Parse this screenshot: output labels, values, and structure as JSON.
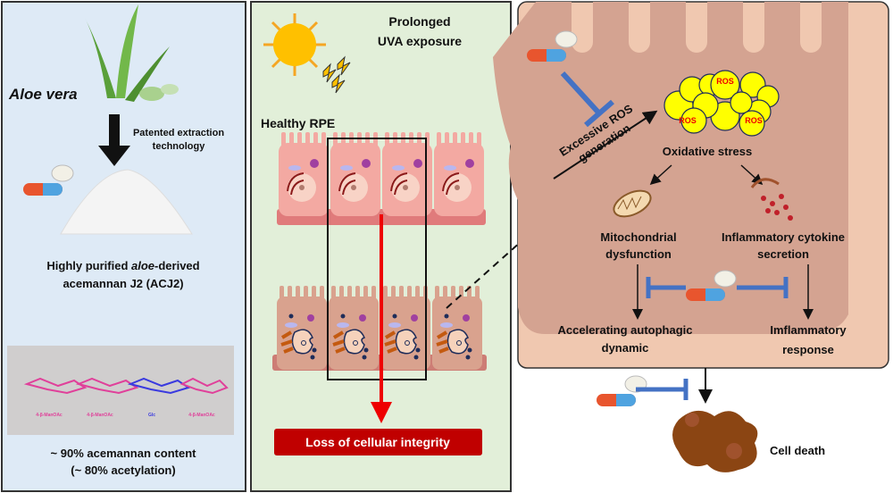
{
  "left_panel": {
    "plant_label": "Aloe vera",
    "extraction_line1": "Patented extraction",
    "extraction_line2": "technology",
    "product_line1_pre": "Highly purified ",
    "product_line1_em": "aloe",
    "product_line1_post": "-derived",
    "product_line2": "acemannan J2 (ACJ2)",
    "structure_units": [
      "4-β-ManOAc",
      "4-β-ManOAc",
      "Glc",
      "4-β-ManOAc"
    ],
    "content_line1": "~ 90% acemannan content",
    "content_line2": "(~ 80% acetylation)"
  },
  "middle_panel": {
    "exposure_line1": "Prolonged",
    "exposure_line2": "UVA exposure",
    "healthy_label": "Healthy RPE",
    "outcome_label": "Loss of cellular integrity"
  },
  "right_panel": {
    "ros_generation_line1": "Excessive ROS",
    "ros_generation_line2": "generation",
    "ros_label": "ROS",
    "oxidative_stress": "Oxidative stress",
    "mito_line1": "Mitochondrial",
    "mito_line2": "dysfunction",
    "cytokine_line1": "Inflammatory cytokine",
    "cytokine_line2": "secretion",
    "autophagy_line1": "Accelerating autophagic",
    "autophagy_line2": "dynamic",
    "inflammation_line1": "Imflammatory",
    "inflammation_line2": "response",
    "cell_death": "Cell death"
  },
  "colors": {
    "left_bg": "#deeaf6",
    "middle_bg": "#e2efd9",
    "cell_outer": "#f0c8b0",
    "cell_inner": "#d4a391",
    "inhibit": "#4472c4",
    "loss_box": "#c00000",
    "ros": "#ffff00"
  }
}
